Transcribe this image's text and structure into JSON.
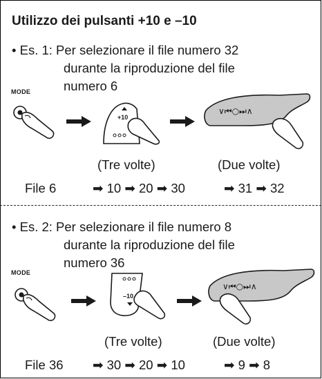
{
  "title": "Utilizzo dei pulsanti +10 e –10",
  "ex1": {
    "line1": "• Es. 1:  Per selezionare il file numero 32",
    "line2": "durante la riproduzione del file",
    "line3": "numero 6",
    "mode_label": "MODE",
    "button_label": "+10",
    "caption_left": "(Tre volte)",
    "caption_right": "(Due volte)",
    "seq_start": "File 6",
    "seq_tens": "➡ 10 ➡ 20 ➡ 30",
    "seq_ones": "➡ 31 ➡ 32"
  },
  "ex2": {
    "line1": "• Es. 2:  Per selezionare il file numero 8",
    "line2": "durante la riproduzione del file",
    "line3": "numero 36",
    "mode_label": "MODE",
    "button_label": "–10",
    "caption_left": "(Tre volte)",
    "caption_right": "(Due volte)",
    "seq_start": "File 36",
    "seq_tens": "➡ 30 ➡ 20 ➡ 10",
    "seq_ones": "➡ 9 ➡ 8"
  },
  "remote_symbols": "∨⏮○⏭∧",
  "colors": {
    "panel": "#c8c8c8",
    "ink": "#1a1a1a"
  }
}
